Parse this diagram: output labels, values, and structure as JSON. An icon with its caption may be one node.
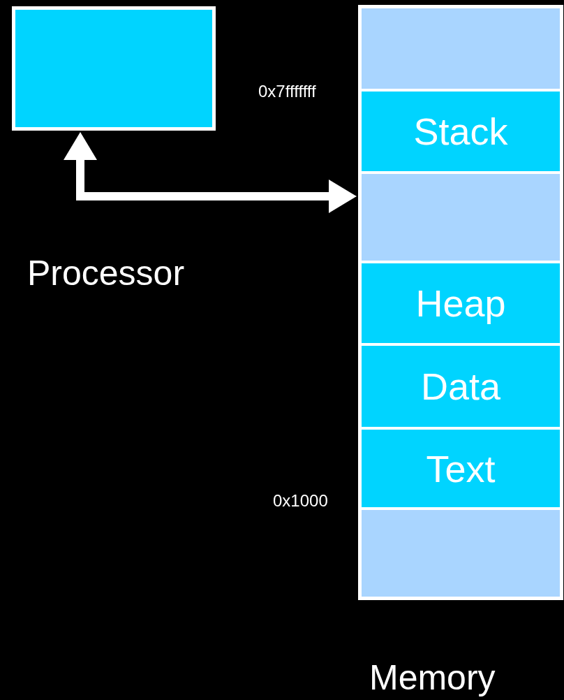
{
  "diagram": {
    "nodes": [
      {
        "text": [
          "Processor"
        ]
      },
      {
        "text": [
          "Memory"
        ]
      },
      {
        "text": [],
        "shape": "box",
        "in": 1
      },
      {
        "text": [
          "Stack"
        ],
        "in": 1
      },
      {
        "text": [],
        "shape": "box",
        "in": 1
      },
      {
        "text": [
          "Heap"
        ],
        "in": 1
      },
      {
        "text": [
          "Data"
        ],
        "in": 1
      },
      {
        "text": [
          "Text"
        ],
        "in": 1
      },
      {
        "text": [],
        "shape": "box",
        "in": 1
      }
    ],
    "edges": [
      {
        "from": 0,
        "to": 1,
        "arrow": "both"
      }
    ],
    "labels": [
      "0x7fffffff",
      "0x1000"
    ]
  }
}
